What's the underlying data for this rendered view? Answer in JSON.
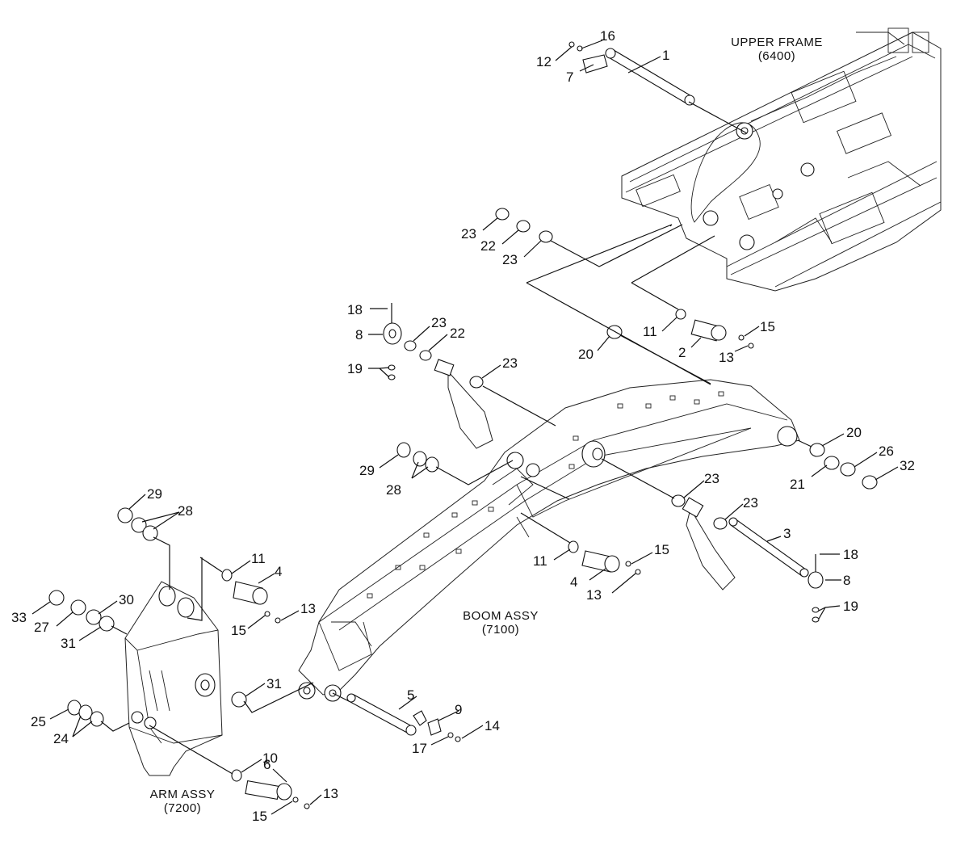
{
  "assemblies": {
    "upper_frame": {
      "label": "UPPER FRAME",
      "code": "(6400)"
    },
    "boom": {
      "label": "BOOM ASSY",
      "code": "(7100)"
    },
    "arm": {
      "label": "ARM ASSY",
      "code": "(7200)"
    }
  },
  "callouts": [
    "16",
    "12",
    "7",
    "1",
    "23",
    "22",
    "23",
    "18",
    "8",
    "23",
    "22",
    "19",
    "23",
    "20",
    "11",
    "15",
    "2",
    "13",
    "29",
    "28",
    "20",
    "26",
    "32",
    "21",
    "23",
    "23",
    "3",
    "18",
    "8",
    "19",
    "11",
    "15",
    "4",
    "13",
    "29",
    "28",
    "11",
    "4",
    "13",
    "15",
    "33",
    "30",
    "27",
    "31",
    "31",
    "5",
    "9",
    "14",
    "17",
    "25",
    "24",
    "10",
    "6",
    "13",
    "15"
  ]
}
